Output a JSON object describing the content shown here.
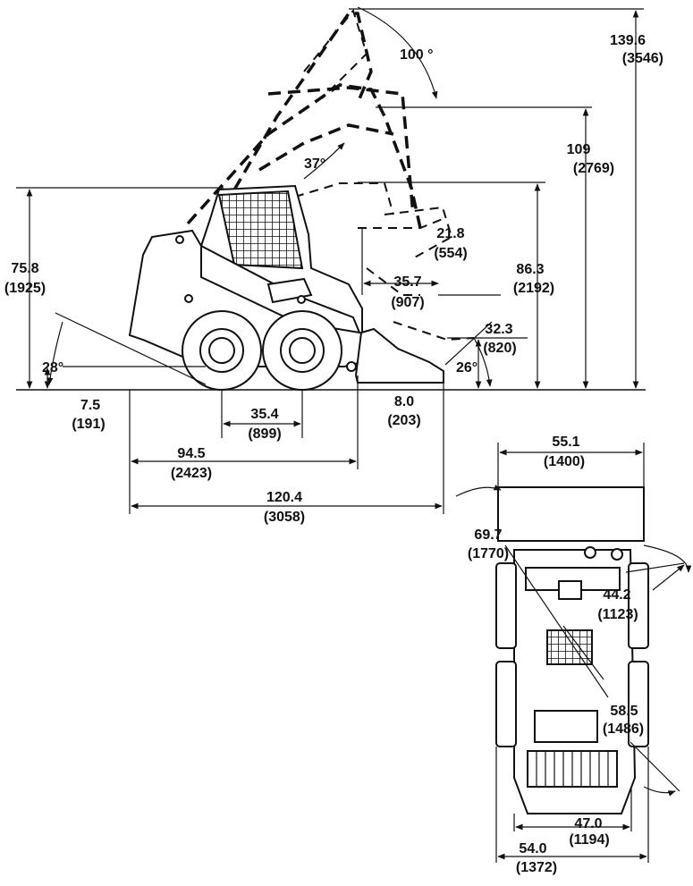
{
  "side_view": {
    "dump_angle_top": "100 °",
    "max_height": "139.6",
    "max_height_metric": "(3546)",
    "hinge_pin_height": "109",
    "hinge_pin_height_metric": "(2769)",
    "rollback_angle": "37°",
    "dump_reach": "21.8",
    "dump_reach_metric": "(554)",
    "overall_height": "75.8",
    "overall_height_metric": "(1925)",
    "dump_clearance": "86.3",
    "dump_clearance_metric": "(2192)",
    "dump_distance": "35.7",
    "dump_distance_metric": "(907)",
    "bucket_rollback_height": "32.3",
    "bucket_rollback_height_metric": "(820)",
    "departure_angle": "28°",
    "bucket_angle": "26°",
    "ground_clearance": "7.5",
    "ground_clearance_metric": "(191)",
    "wheelbase": "35.4",
    "wheelbase_metric": "(899)",
    "bucket_depth": "8.0",
    "bucket_depth_metric": "(203)",
    "length_without_bucket": "94.5",
    "length_without_bucket_metric": "(2423)",
    "overall_length": "120.4",
    "overall_length_metric": "(3058)"
  },
  "top_view": {
    "bucket_width": "55.1",
    "bucket_width_metric": "(1400)",
    "turn_radius_front": "69.7",
    "turn_radius_front_metric": "(1770)",
    "turn_radius_front_no_bucket": "44.2",
    "turn_radius_front_no_bucket_metric": "(1123)",
    "turn_radius_rear": "58.5",
    "turn_radius_rear_metric": "(1486)",
    "tread_width": "47.0",
    "tread_width_metric": "(1194)",
    "overall_width": "54.0",
    "overall_width_metric": "(1372)"
  }
}
